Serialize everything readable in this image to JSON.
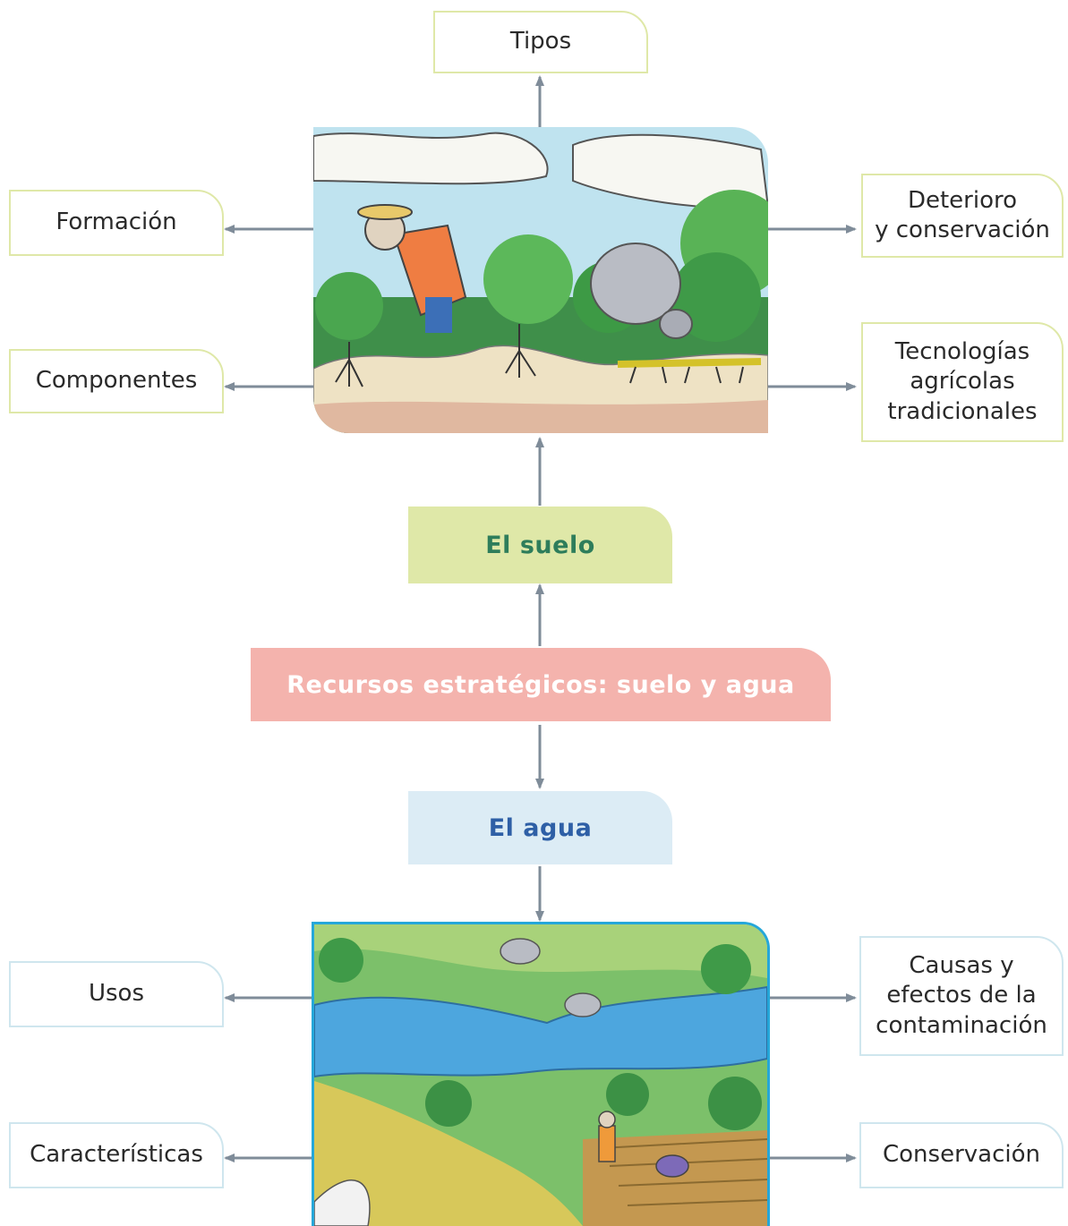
{
  "central": {
    "title": "Recursos estratégicos: suelo y agua"
  },
  "suelo": {
    "label": "El suelo",
    "topics": {
      "tipos": "Tipos",
      "formacion": "Formación",
      "componentes": "Componentes",
      "deterioro": "Deterioro\ny conservación",
      "tecnologias": "Tecnologías\nagrícolas\ntradicionales"
    }
  },
  "agua": {
    "label": "El agua",
    "topics": {
      "usos": "Usos",
      "caracteristicas": "Características",
      "causas": "Causas y\nefectos de la\ncontaminación",
      "conservacion": "Conservación"
    }
  },
  "colors": {
    "suelo_fill": "#dfe8a8",
    "suelo_text": "#2e7d5b",
    "agua_fill": "#dcecf5",
    "agua_text": "#2e5fa6",
    "central_fill": "#f4b3ad",
    "arrow": "#7f8c99"
  },
  "illustrations": {
    "suelo_icon": "farmer-field-illustration",
    "agua_icon": "river-landscape-illustration"
  }
}
